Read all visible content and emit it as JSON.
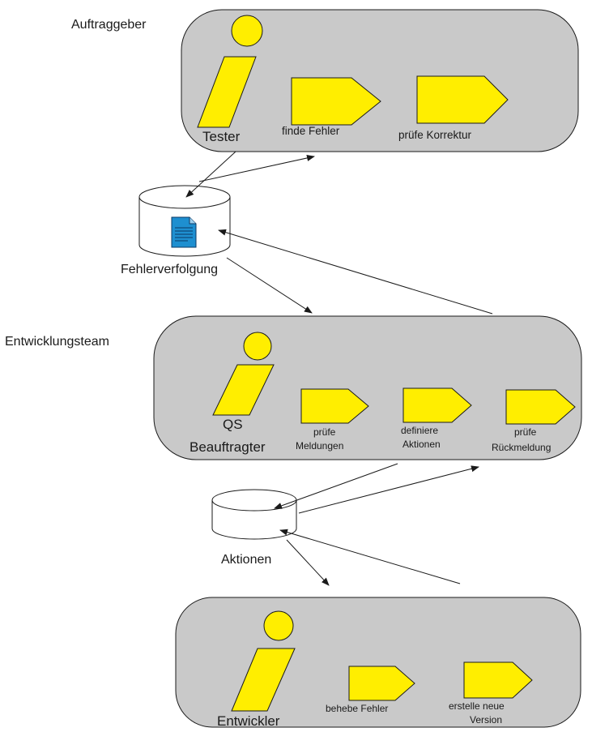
{
  "colors": {
    "lane_fill": "#c9c9c9",
    "actor_fill": "#ffee00",
    "step_fill": "#ffee00",
    "db_fill": "#ffffff",
    "doc_fill": "#1e8fd0",
    "stroke": "#1a1a1a"
  },
  "groups": {
    "auftraggeber": {
      "title": "Auftraggeber",
      "actor": "Tester",
      "steps": [
        "finde Fehler",
        "prüfe Korrektur"
      ]
    },
    "entwicklungsteam": {
      "title": "Entwicklungsteam",
      "actor_line1": "QS",
      "actor_line2": "Beauftragter",
      "steps": [
        [
          "prüfe",
          "Meldungen"
        ],
        [
          "definiere",
          "Aktionen"
        ],
        [
          "prüfe",
          "Rückmeldung"
        ]
      ]
    },
    "entwickler": {
      "actor": "Entwickler",
      "steps": [
        [
          "behebe Fehler"
        ],
        [
          "erstelle neue",
          "Version"
        ]
      ]
    }
  },
  "databases": {
    "fehlerverfolgung": {
      "label": "Fehlerverfolgung",
      "icon": "document-icon"
    },
    "aktionen": {
      "label": "Aktionen"
    }
  }
}
